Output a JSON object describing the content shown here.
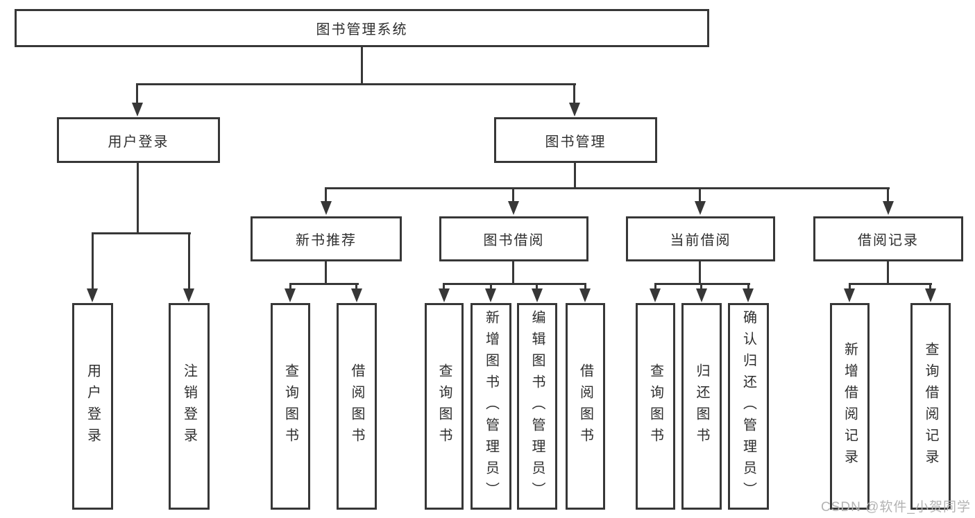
{
  "colors": {
    "line": "#373737",
    "text": "#2e2e2e",
    "background": "#ffffff",
    "watermark": "#b3b3b3"
  },
  "tree": {
    "root": "图书管理系统",
    "branches": [
      {
        "label": "用户登录",
        "children": [
          "用户登录",
          "注销登录"
        ]
      },
      {
        "label": "图书管理",
        "groups": [
          {
            "label": "新书推荐",
            "children": [
              "查询图书",
              "借阅图书"
            ]
          },
          {
            "label": "图书借阅",
            "children": [
              "查询图书",
              "新增图书（管理员）",
              "编辑图书（管理员）",
              "借阅图书"
            ]
          },
          {
            "label": "当前借阅",
            "children": [
              "查询图书",
              "归还图书",
              "确认归还（管理员）"
            ]
          },
          {
            "label": "借阅记录",
            "children": [
              "新增借阅记录",
              "查询借阅记录"
            ]
          }
        ]
      }
    ]
  },
  "watermark": {
    "text": "CSDN @软件_小贺同学"
  }
}
